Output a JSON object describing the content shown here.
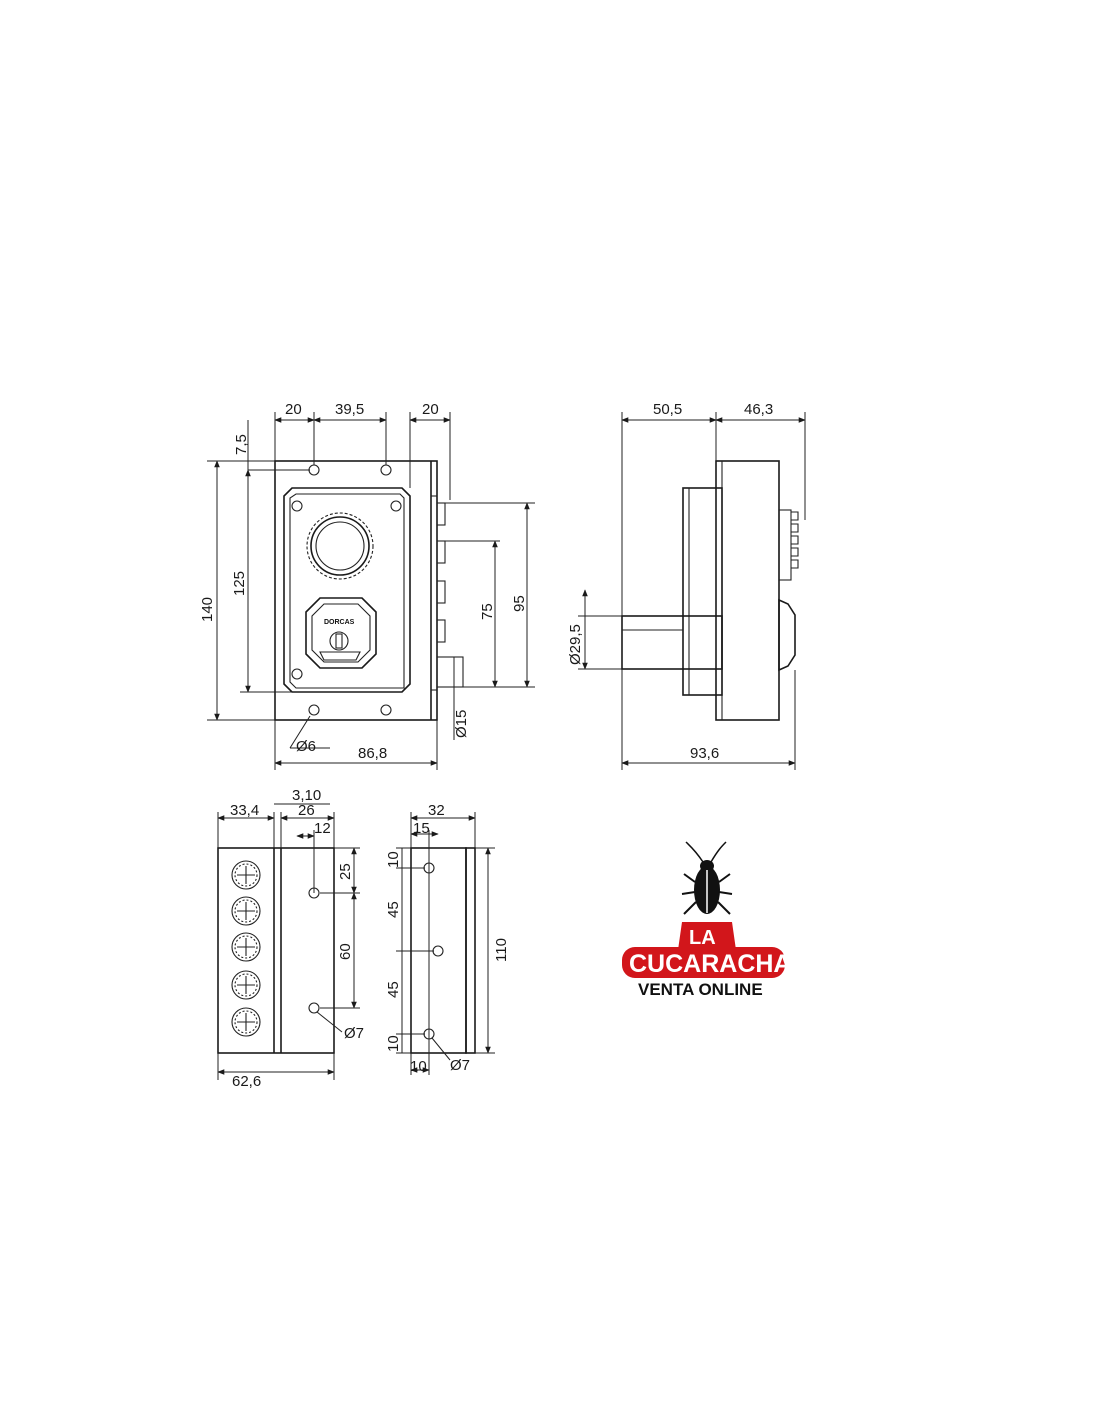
{
  "front_view": {
    "dims": {
      "top_left": "20",
      "top_mid": "39,5",
      "top_right": "20",
      "left_small": "7,5",
      "height_inner": "125",
      "height_total": "140",
      "right_75": "75",
      "right_95": "95",
      "bolt_diameter": "Ø15",
      "hole_diameter": "Ø6",
      "width_total": "86,8"
    },
    "cylinder_brand": "DORCAS"
  },
  "side_view": {
    "dims": {
      "top_left": "50,5",
      "top_right": "46,3",
      "cylinder_diameter": "Ø29,5",
      "width_total": "93,6"
    }
  },
  "keeper_left": {
    "dims": {
      "top_a": "33,4",
      "top_b": "3,10",
      "top_c": "26",
      "top_d": "12",
      "v_25": "25",
      "v_60": "60",
      "hole": "Ø7",
      "bottom": "62,6"
    }
  },
  "keeper_right": {
    "dims": {
      "top_a": "32",
      "top_b": "15",
      "v_10_top": "10",
      "v_45_a": "45",
      "v_45_b": "45",
      "v_10_bottom": "10",
      "height": "110",
      "bottom": "10",
      "hole": "Ø7"
    }
  },
  "logo": {
    "line1": "LA",
    "line2": "CUCARACHA",
    "line3": "VENTA ONLINE",
    "colors": {
      "badge": "#d2161b",
      "text": "#ffffff",
      "ink": "#111111"
    },
    "icon": "cockroach-icon"
  }
}
